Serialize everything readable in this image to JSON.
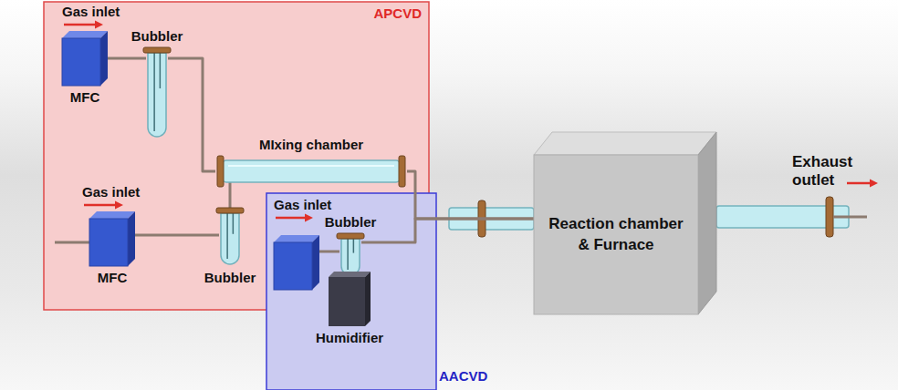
{
  "diagram": {
    "nodes": [
      {
        "text": [
          "APCVD"
        ]
      },
      {
        "text": [
          "MFC"
        ],
        "in": 0
      },
      {
        "text": [
          "Bubbler"
        ],
        "in": 0
      },
      {
        "text": [
          "MIxing chamber"
        ],
        "in": 0
      },
      {
        "text": [
          "MFC"
        ],
        "in": 0
      },
      {
        "text": [
          "Bubbler"
        ],
        "in": 0
      },
      {
        "text": [
          "AACVD"
        ]
      },
      {
        "text": [
          "Bubbler"
        ],
        "in": 6
      },
      {
        "text": [
          "Humidifier"
        ],
        "in": 6
      },
      {
        "text": [
          "Reaction chamber & Furnace"
        ]
      }
    ],
    "edges": [
      {
        "from": 1,
        "to": 2,
        "arrow": "none"
      },
      {
        "from": 4,
        "to": 5,
        "arrow": "none"
      },
      {
        "from": 2,
        "to": 3,
        "arrow": "none"
      },
      {
        "from": 5,
        "to": 3,
        "arrow": "none"
      },
      {
        "from": 3,
        "to": 9,
        "arrow": "none"
      },
      {
        "from": 7,
        "to": 9,
        "arrow": "none"
      }
    ],
    "labels": [
      "Gas inlet",
      "Gas inlet",
      "Gas inlet",
      "Exhaust outlet"
    ]
  }
}
